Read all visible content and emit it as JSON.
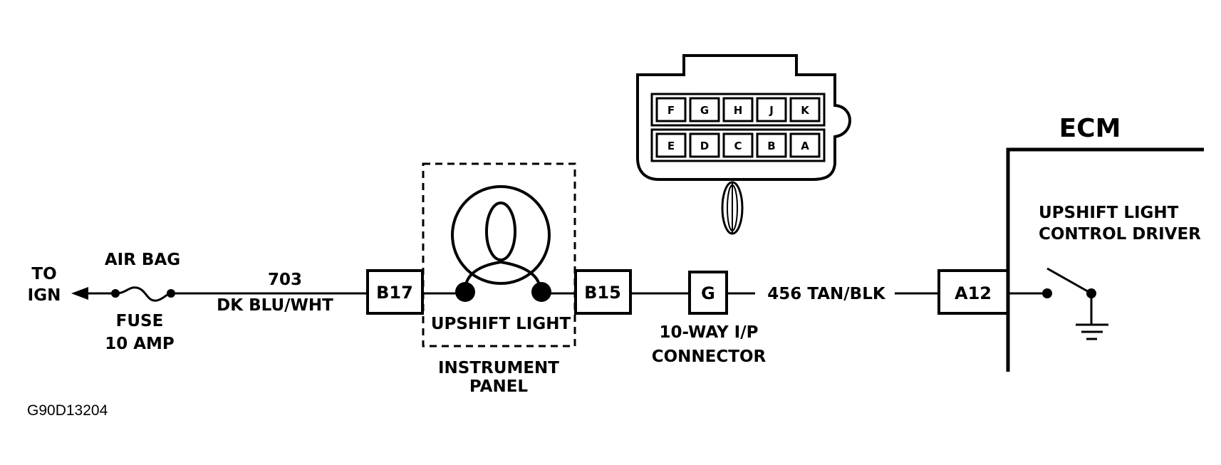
{
  "diagram": {
    "figure_code": "G90D13204",
    "left": {
      "to_line1": "TO",
      "to_line2": "IGN"
    },
    "fuse": {
      "title": "AIR BAG",
      "line1": "FUSE",
      "line2": "10 AMP"
    },
    "wire_703": {
      "number": "703",
      "color": "DK BLU/WHT"
    },
    "connector_b17": "B17",
    "connector_b15": "B15",
    "lamp_label": "UPSHIFT LIGHT",
    "panel": {
      "line1": "INSTRUMENT",
      "line2": "PANEL"
    },
    "connector_g": {
      "label": "G",
      "line1": "10-WAY I/P",
      "line2": "CONNECTOR"
    },
    "wire_456": "456 TAN/BLK",
    "connector_a12": "A12",
    "ecm": {
      "title": "ECM",
      "driver_line1": "UPSHIFT LIGHT",
      "driver_line2": "CONTROL DRIVER"
    },
    "connector_face": {
      "top_row": [
        "F",
        "G",
        "H",
        "J",
        "K"
      ],
      "bottom_row": [
        "E",
        "D",
        "C",
        "B",
        "A"
      ]
    }
  }
}
